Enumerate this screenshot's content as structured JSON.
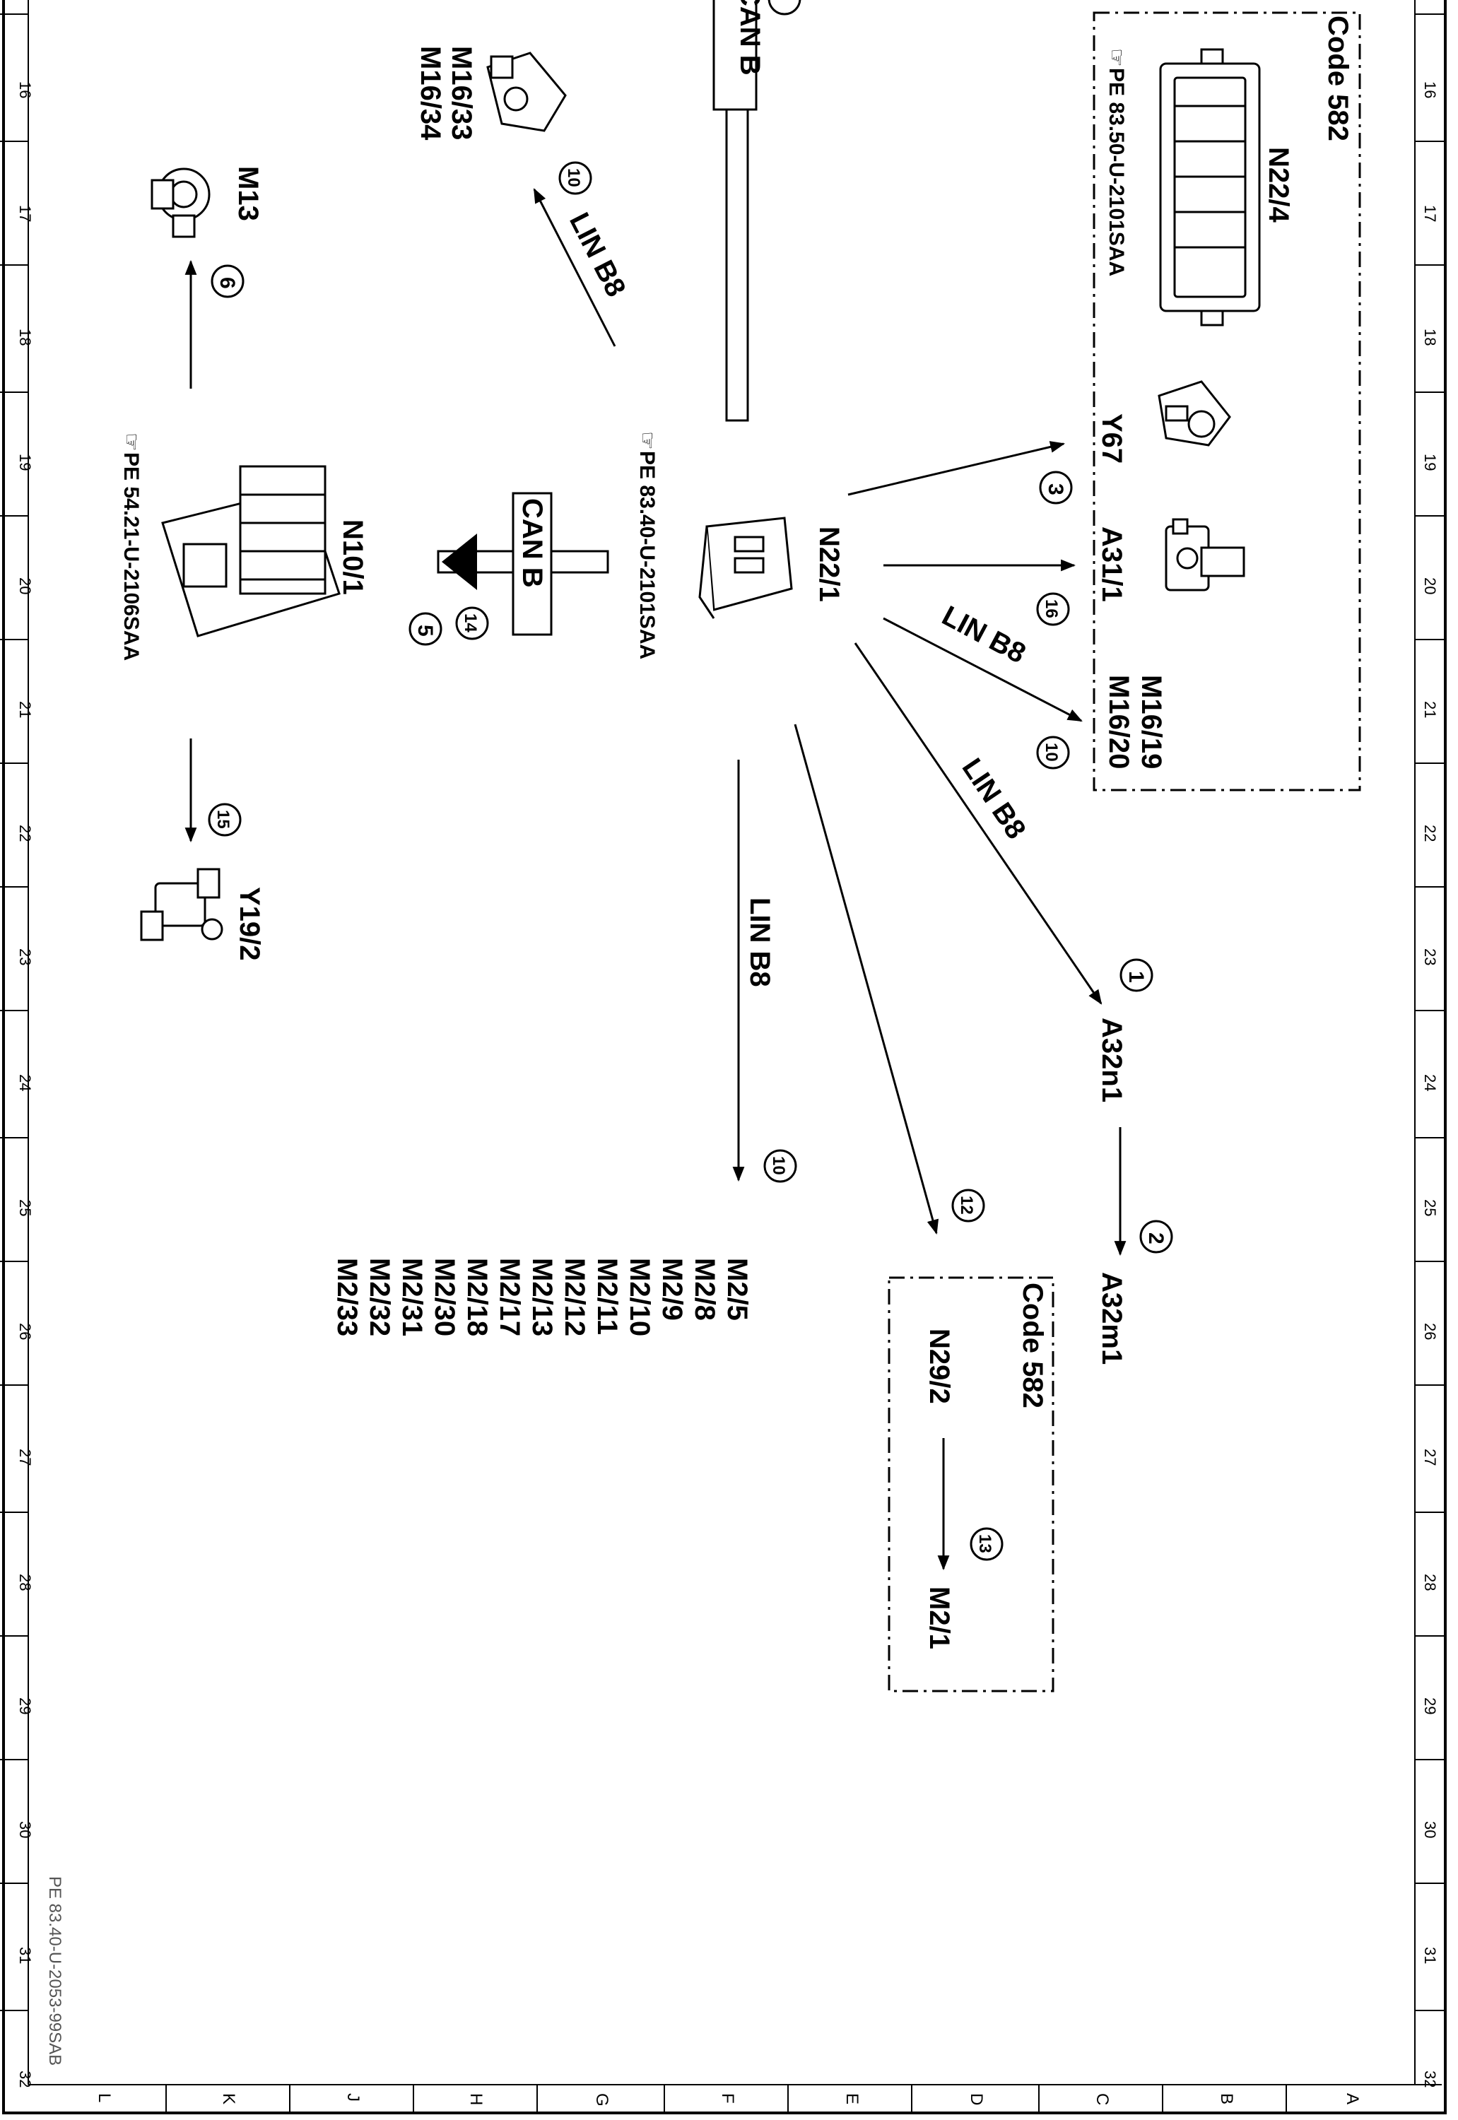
{
  "grid": {
    "numbers": [
      "16",
      "17",
      "18",
      "19",
      "20",
      "21",
      "22",
      "23",
      "24",
      "25",
      "26",
      "27",
      "28",
      "29",
      "30",
      "31",
      "32"
    ],
    "letters": [
      "L",
      "K",
      "J",
      "H",
      "G",
      "F",
      "E",
      "D",
      "C",
      "B",
      "A"
    ]
  },
  "doc_id": "PE 83.40-U-2053-99SAB",
  "bus_labels": {
    "can_b": "CAN B",
    "lin_b8": "LIN B8"
  },
  "option_boxes": {
    "top_code": "Code 582",
    "bottom_code": "Code 582"
  },
  "components": {
    "n22_4": "N22/4",
    "n22_4_ref": "PE 83.50-U-2101SAA",
    "y67": "Y67",
    "a31_1": "A31/1",
    "m16_19": "M16/19",
    "m16_20": "M16/20",
    "n22_1": "N22/1",
    "n22_1_ref": "PE 83.40-U-2101SAA",
    "n10_1": "N10/1",
    "n10_1_ref": "PE 54.21-U-2106SAA",
    "m13": "M13",
    "m16_33": "M16/33",
    "m16_34": "M16/34",
    "y19_2": "Y19/2",
    "a32n1": "A32n1",
    "a32m1": "A32m1",
    "n29_2": "N29/2",
    "m2_1": "M2/1",
    "m2_list": [
      "M2/5",
      "M2/8",
      "M2/9",
      "M2/10",
      "M2/11",
      "M2/12",
      "M2/13",
      "M2/17",
      "M2/18",
      "M2/30",
      "M2/31",
      "M2/32",
      "M2/33"
    ]
  },
  "callouts": {
    "c1": "1",
    "c2": "2",
    "c3": "3",
    "c5": "5",
    "c6": "6",
    "c10a": "10",
    "c10b": "10",
    "c10c": "10",
    "c12": "12",
    "c13": "13",
    "c14": "14",
    "c15": "15",
    "c16": "16"
  }
}
